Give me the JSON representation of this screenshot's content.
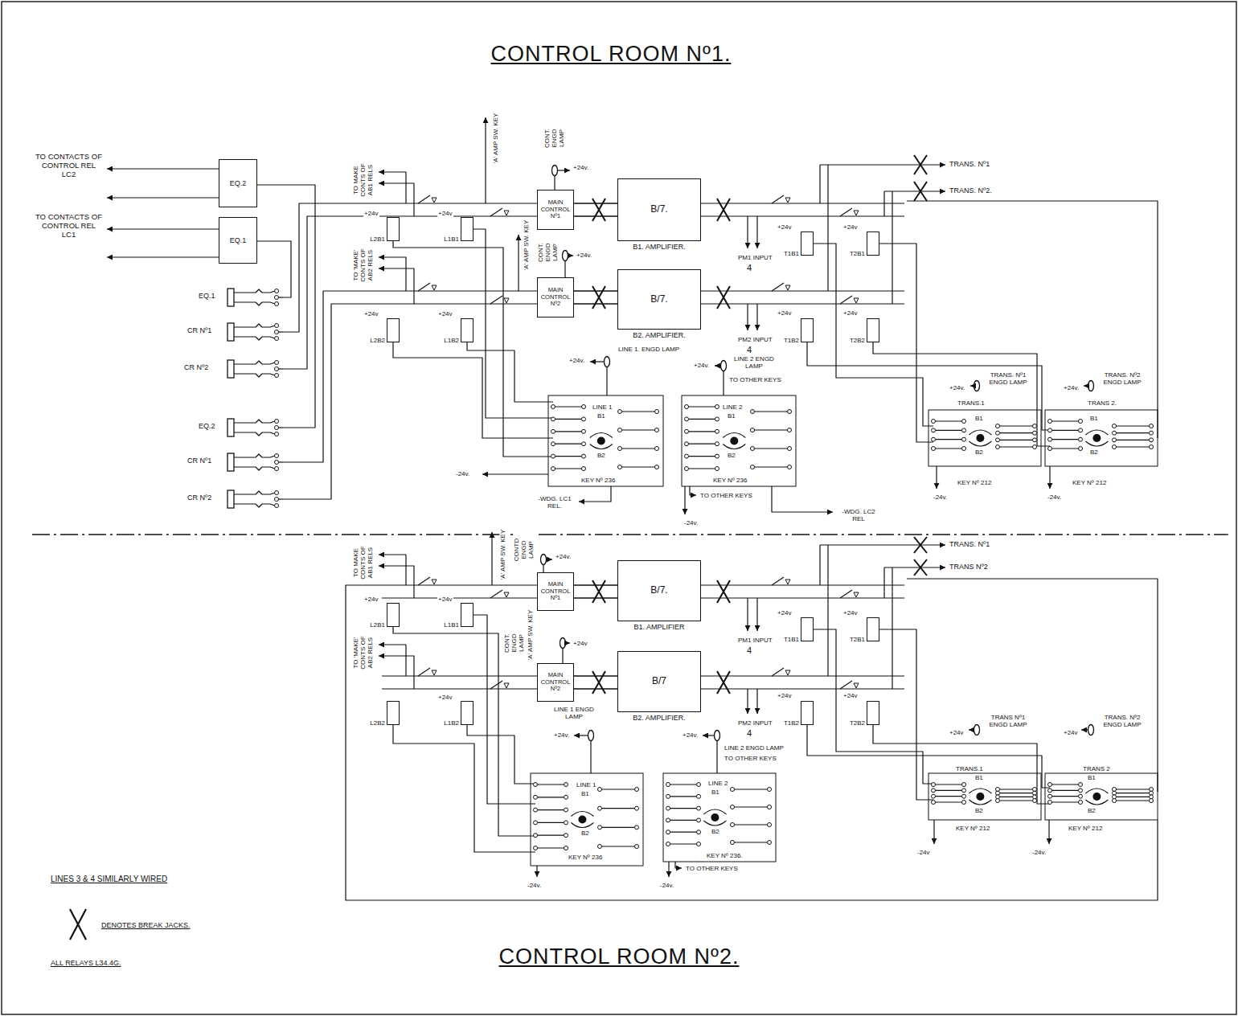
{
  "diagram": {
    "title": "CONTROL ROOM Nº1.",
    "caption": "CONTROL ROOM Nº2.",
    "nodes": [
      {
        "text": [
          "EQ.2"
        ]
      },
      {
        "text": [
          "EQ.1"
        ]
      },
      {
        "text": [
          "MAIN CONTROL Nº1"
        ]
      },
      {
        "text": [
          "B/7.",
          "B1. AMPLIFIER."
        ]
      },
      {
        "text": [
          "MAIN CONTROL Nº2"
        ]
      },
      {
        "text": [
          "B/7.",
          "B2. AMPLIFIER."
        ]
      },
      {
        "text": [
          "L2B1"
        ]
      },
      {
        "text": [
          "L1B1"
        ]
      },
      {
        "text": [
          "T1B1"
        ]
      },
      {
        "text": [
          "T2B1"
        ]
      },
      {
        "text": [
          "L2B2"
        ]
      },
      {
        "text": [
          "L1B2"
        ]
      },
      {
        "text": [
          "T1B2"
        ]
      },
      {
        "text": [
          "T2B2"
        ]
      },
      {
        "text": [
          "MAIN CONTROL Nº1"
        ]
      },
      {
        "text": [
          "B/7.",
          "B1. AMPLIFIER"
        ]
      },
      {
        "text": [
          "MAIN CONTROL Nº2"
        ]
      },
      {
        "text": [
          "B/7",
          "B2. AMPLIFIER."
        ]
      },
      {
        "text": [
          "L2B1"
        ]
      },
      {
        "text": [
          "L1B1"
        ]
      },
      {
        "text": [
          "T1B1"
        ]
      },
      {
        "text": [
          "T2B1"
        ]
      },
      {
        "text": [
          "L2B2"
        ]
      },
      {
        "text": [
          "L1B2"
        ]
      },
      {
        "text": [
          "T1B2"
        ]
      },
      {
        "text": [
          "T2B2"
        ]
      }
    ],
    "edges": [
      {
        "from": 2,
        "to": 3,
        "arrow": "none"
      },
      {
        "from": 4,
        "to": 5,
        "arrow": "none"
      },
      {
        "from": 14,
        "to": 15,
        "arrow": "none"
      },
      {
        "from": 16,
        "to": 17,
        "arrow": "none"
      }
    ],
    "labels": [
      "TO CONTACTS OF CONTROL REL LC2",
      "TO CONTACTS OF CONTROL REL LC1",
      "EQ.1",
      "CR Nº1",
      "CR Nº2",
      "EQ.2",
      "CR Nº1",
      "CR Nº2",
      "TO MAKE CONTS OF AB1 RELS",
      "TO 'MAKE' CONTS OF AB2 RELS",
      "+24v",
      "+24v",
      "+24v",
      "+24v",
      "'A' AMP SW. KEY",
      "CONT. ENGD LAMP",
      "+24v.",
      "'A' AMP SW. KEY",
      "CONT. ENGD LAMP",
      "+24v.",
      "PM1 INPUT",
      "4",
      "PM2 INPUT",
      "4",
      "+24v",
      "+24v",
      "+24v",
      "+24v",
      "TRANS. Nº1",
      "TRANS. Nº2.",
      "+24v.",
      "LINE 1. ENGD LAMP",
      "+24v.",
      "LINE 2 ENGD LAMP",
      "TO OTHER KEYS",
      "LINE 1",
      "B1",
      "B2",
      "KEY Nº 236",
      "LINE 2",
      "B1",
      "B2",
      "KEY Nº 236",
      "TO OTHER KEYS",
      "-24v.",
      "-WDG. LC1 REL.",
      "-24v.",
      "-WDG. LC2 REL",
      "+24v.",
      "TRANS. Nº1 ENGD LAMP",
      "TRANS.1",
      "B1",
      "B2",
      "KEY Nº 212",
      "-24v.",
      "+24v.",
      "TRANS. Nº2 ENGD LAMP",
      "TRANS 2.",
      "B1",
      "B2",
      "KEY Nº 212",
      "-24v.",
      "TO MAKE CONTS OF AB1 RELS",
      "TO 'MAKE' CONTS OF AB2 RELS",
      "+24v",
      "+24v",
      "+24v",
      "CONTD ENGD LAMP",
      "+24v.",
      "'A' AMP SW. KEY",
      "'A' AMP SW. KEY",
      "CONT. ENGD LAMP",
      "+24v",
      "PM1 INPUT",
      "4",
      "PM2 INPUT",
      "4",
      "+24v",
      "+24v",
      "+24v",
      "+24v",
      "TRANS. Nº1",
      "TRANS Nº2",
      "LINE 1 ENGD LAMP",
      "+24v.",
      "+24v.",
      "LINE 2 ENGD LAMP",
      "TO OTHER KEYS",
      "LINE 1",
      "B1",
      "B2",
      "KEY Nº 236",
      "LINE 2",
      "B1",
      "B2",
      "KEY Nº 236.",
      "TO OTHER KEYS",
      "-24v.",
      "-24v.",
      "+24v",
      "TRANS Nº1 ENGD LAMP",
      "TRANS.1",
      "B1",
      "B2",
      "KEY Nº 212",
      "-24v",
      "+24v",
      "TRANS. Nº2 ENGD LAMP",
      "TRANS 2",
      "B1",
      "B2",
      "KEY Nº 212",
      "-24v.",
      "LINES 3 & 4 SIMILARLY WIRED",
      "ALL RELAYS L34.4G."
    ],
    "legend": [
      {
        "text": "DENOTES BREAK JACKS."
      }
    ]
  }
}
